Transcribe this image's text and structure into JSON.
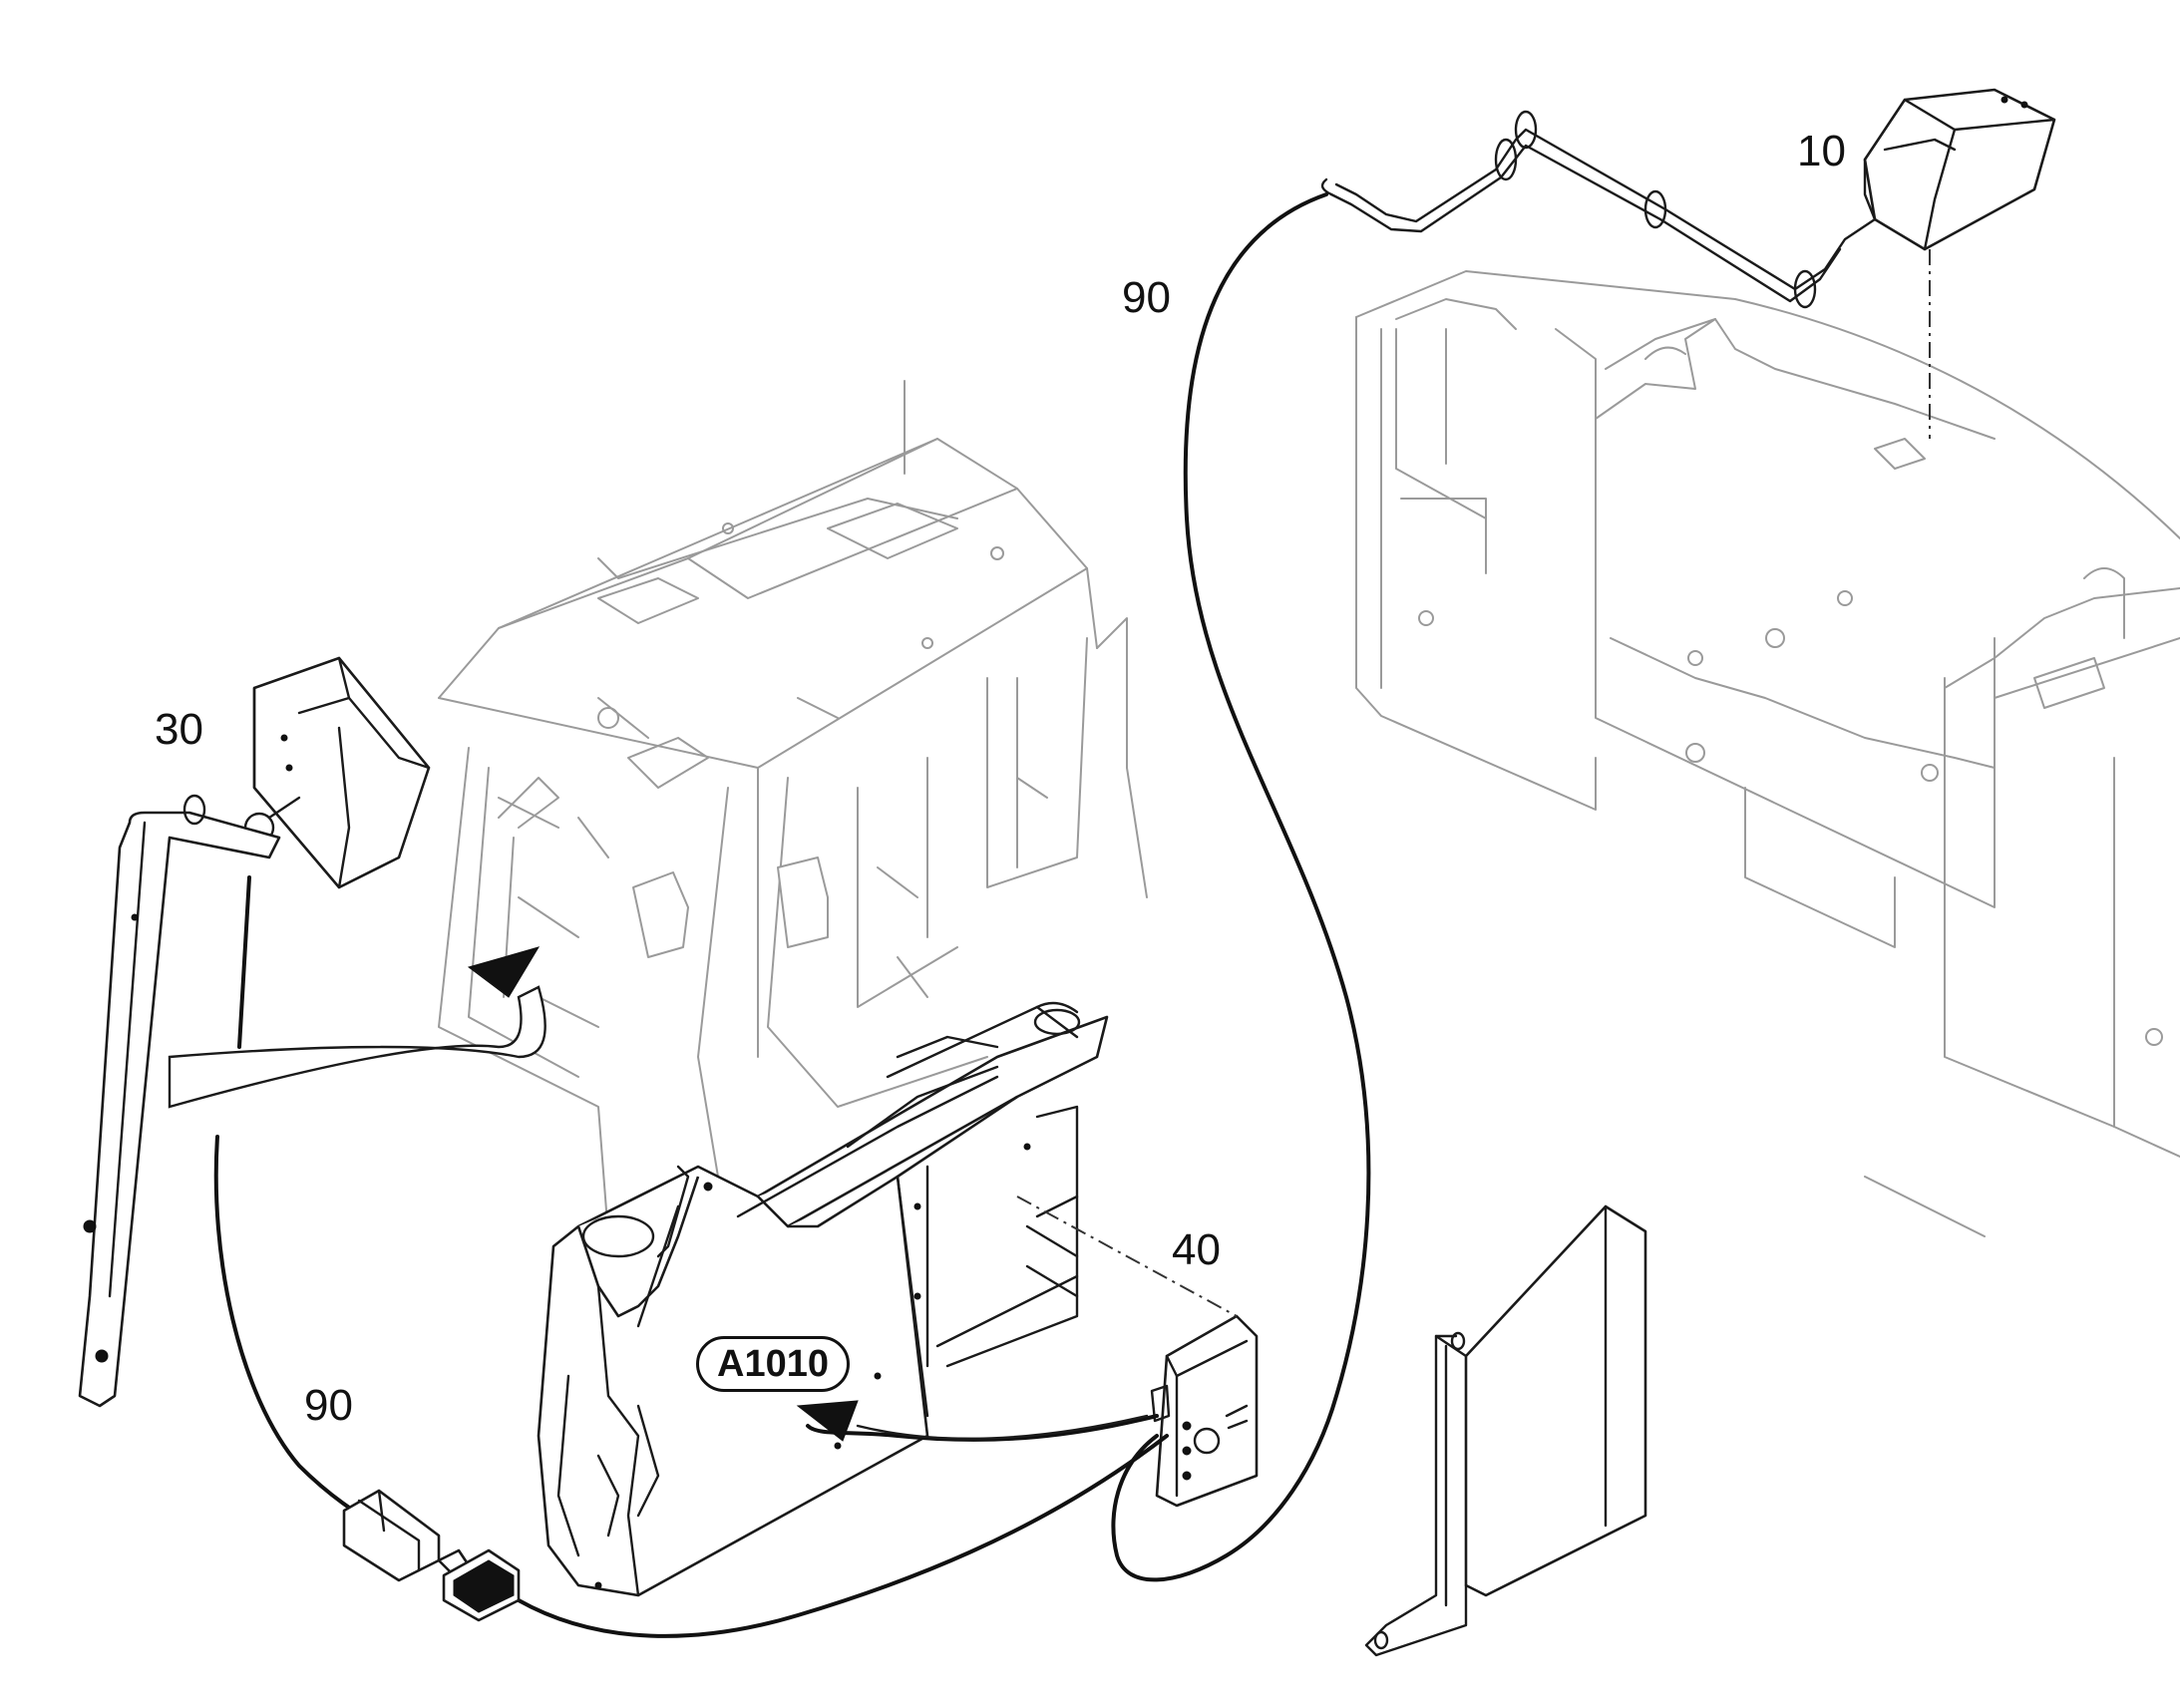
{
  "callouts": {
    "part_10": "10",
    "part_30": "30",
    "part_40": "40",
    "part_90_top": "90",
    "part_90_bottom": "90"
  },
  "reference": {
    "label": "A1010"
  },
  "icons": [
    "camera-10",
    "camera-30",
    "control-unit-40",
    "cable-90",
    "connector-plug",
    "mounting-bracket",
    "cab",
    "counterweight-frame",
    "operator-console",
    "arrow"
  ],
  "colors": {
    "ink": "#1a1a1a",
    "ghost": "#9a9a9a",
    "background": "#ffffff"
  }
}
